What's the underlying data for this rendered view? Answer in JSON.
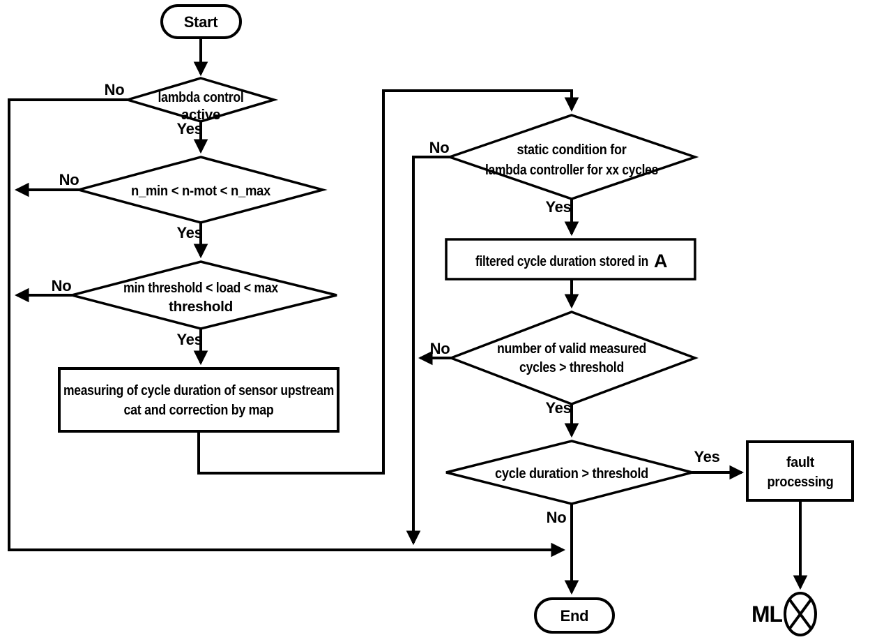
{
  "diagram": {
    "background_color": "#ffffff",
    "line_color": "#000000",
    "nodes": {
      "start": {
        "label": "Start"
      },
      "lambda_active": {
        "line1": "lambda control",
        "line2": "active"
      },
      "rpm_range": {
        "line1": "n_min < n-mot < n_max"
      },
      "load_range": {
        "line1": "min threshold < load < max",
        "line2": "threshold"
      },
      "measure": {
        "line1": "measuring of cycle duration of sensor upstream",
        "line2": "cat and correction by map"
      },
      "static_condition": {
        "line1": "static condition for",
        "line2": "lambda controller for xx cycles"
      },
      "filtered": {
        "text": "filtered cycle duration stored in",
        "var": "A"
      },
      "valid_cycles": {
        "line1": "number of valid measured",
        "line2": "cycles > threshold"
      },
      "cycle_duration": {
        "line1": "cycle duration > threshold"
      },
      "fault": {
        "line1": "fault",
        "line2": "processing"
      },
      "end": {
        "label": "End"
      },
      "ml_indicator": {
        "label": "ML"
      }
    },
    "edge_labels": {
      "lambda_no": "No",
      "lambda_yes": "Yes",
      "rpm_no": "No",
      "rpm_yes": "Yes",
      "load_no": "No",
      "load_yes": "Yes",
      "static_no": "No",
      "static_yes": "Yes",
      "valid_no": "No",
      "valid_yes": "Yes",
      "cycle_yes": "Yes",
      "cycle_no": "No"
    }
  }
}
